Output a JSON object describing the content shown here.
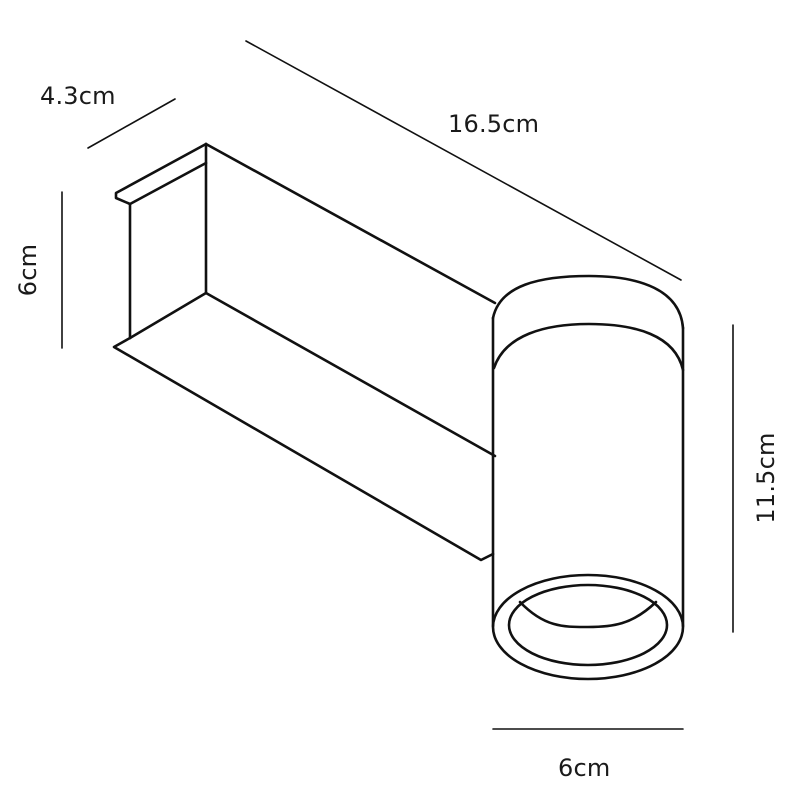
{
  "diagram": {
    "type": "product-dimension-drawing",
    "subject": "track spotlight with cylindrical head",
    "line_color": "#111111",
    "background": "#ffffff"
  },
  "dimensions": {
    "depth": "4.3cm",
    "length": "16.5cm",
    "track_height": "6cm",
    "head_height": "11.5cm",
    "head_diameter": "6cm"
  }
}
